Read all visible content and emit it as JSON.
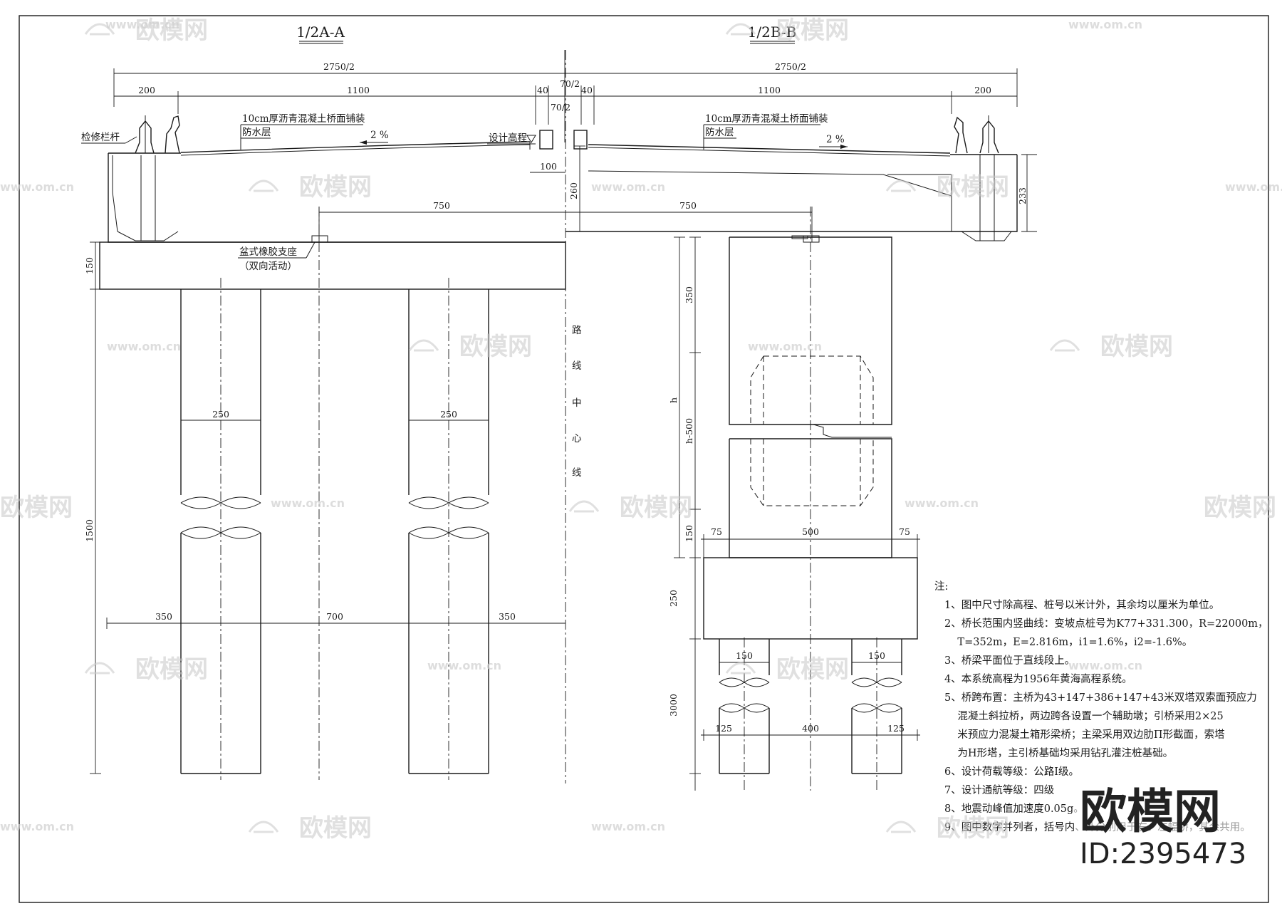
{
  "titles": {
    "left_section": "1/2A-A",
    "right_section": "1/2B-B"
  },
  "dimensions": {
    "total_half_left": "2750/2",
    "total_half_right": "2750/2",
    "left_walk": "200",
    "left_lanes": "1100",
    "median_half_a": "40",
    "median_center_a": "70/2",
    "median_center_b": "70/2",
    "median_half_b": "40",
    "right_lanes": "1100",
    "right_walk": "200",
    "edge_100": "100",
    "depth_260": "260",
    "depth_233": "233",
    "bearing_left_750": "750",
    "bearing_right_750": "750",
    "cap_150": "150",
    "pier_height_1500": "1500",
    "col_width_left": "250",
    "col_width_right": "250",
    "col_spacing_left": "350",
    "col_spacing_mid": "700",
    "col_spacing_right": "350",
    "side_350": "350",
    "side_h": "h",
    "side_h500": "h-500",
    "side_150": "150",
    "side_250": "250",
    "side_3000": "3000",
    "side_75_left": "75",
    "side_500": "500",
    "side_75_right": "75",
    "pile_150_left": "150",
    "pile_150_right": "150",
    "pile_125_left": "125",
    "pile_400": "400",
    "pile_125_right": "125"
  },
  "labels": {
    "paving_left": "10cm厚沥青混凝土桥面铺装",
    "waterproof_left": "防水层",
    "paving_right": "10cm厚沥青混凝土桥面铺装",
    "waterproof_right": "防水层",
    "slope_left": "2 %",
    "slope_right": "2 %",
    "design_elev": "设计高程",
    "railing": "检修栏杆",
    "bearing": "盆式橡胶支座",
    "bearing_sub": "（双向活动）",
    "centerline_chars": [
      "路",
      "线",
      "中",
      "心",
      "线"
    ]
  },
  "notes": {
    "heading": "注:",
    "lines": [
      "1、图中尺寸除高程、桩号以米计外，其余均以厘米为单位。",
      "2、桥长范围内竖曲线：变坡点桩号为K77+331.300，R=22000m，",
      "    T=352m，E=2.816m，i1=1.6%，i2=-1.6%。",
      "3、桥梁平面位于直线段上。",
      "4、本系统高程为1956年黄海高程系统。",
      "5、桥跨布置：主桥为43+147+386+147+43米双塔双索面预应力",
      "    混凝土斜拉桥，两边跨各设置一个辅助墩；引桥采用2×25",
      "    米预应力混凝土箱形梁桥；主梁采用双边肋Π形截面，索塔",
      "    为H形塔，主引桥基础均采用钻孔灌注桩基础。",
      "6、设计荷载等级：公路Ⅰ级。",
      "7、设计通航等级：四级",
      "8、地震动峰值加速度0.05g。",
      "9、图中数字并列者，括号内、外分别用于右、左幅桥，其余共用。"
    ]
  },
  "watermark": {
    "brand": "欧模网",
    "url": "www.om.cn",
    "id": "ID:2395473"
  }
}
